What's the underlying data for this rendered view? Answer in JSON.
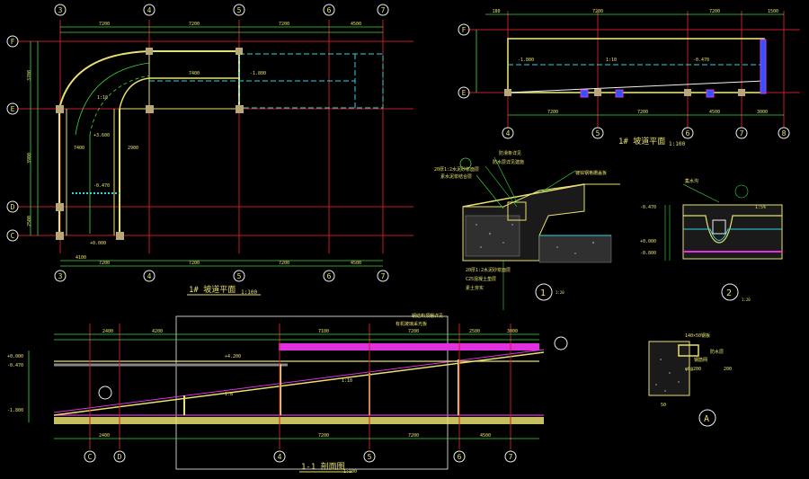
{
  "colors": {
    "background": "#000000",
    "axis_red": "#c0202a",
    "wall_yellow": "#e8e070",
    "dim_green": "#3cdc3c",
    "cyan": "#30d8e0",
    "magenta": "#e030e0",
    "white": "#f0f0f0",
    "blue": "#2b56ff"
  },
  "plan_main": {
    "grid_cols": [
      "3",
      "4",
      "5",
      "6",
      "7"
    ],
    "grid_rows": [
      "F",
      "E",
      "D",
      "C"
    ],
    "top_dims": [
      "7200",
      "7200",
      "7200",
      "4500"
    ],
    "bottom_dims": [
      "4100",
      "7200",
      "7200",
      "7200",
      "4500"
    ],
    "left_dims": [
      "3700",
      "3900",
      "2500"
    ],
    "level_a": "-1.800",
    "level_b": "-0.470",
    "level_c": "+3.600",
    "level_d": "+0.000",
    "slope_a": "1:10",
    "dim_a": "7400",
    "dim_b": "2900",
    "title": "1# 坡道平面",
    "scale": "1:100"
  },
  "plan_right": {
    "grid_cols": [
      "4",
      "5",
      "6",
      "7",
      "8"
    ],
    "grid_rows": [
      "F",
      "E"
    ],
    "top_dims": [
      "180",
      "7200",
      "7200",
      "1500"
    ],
    "bottom_dims": [
      "7200",
      "7200",
      "4500",
      "3000"
    ],
    "level_a": "-1.800",
    "level_b": "-0.470",
    "slope": "1:10",
    "title": "1# 坡道平面",
    "scale": "1:100"
  },
  "detail1": {
    "label": "1",
    "scale": "1:20",
    "notes": [
      "20厚1:2水泥砂浆面层",
      "素水泥浆结合层",
      "防滑条详见",
      "C25混凝土垫层",
      "素土夯实"
    ],
    "callout": "镀锌钢格栅盖板",
    "callout2": "防水层详见建施"
  },
  "detail2": {
    "label": "2",
    "scale": "1:20",
    "notes": [
      "集水沟",
      "-0.470",
      "+0.000",
      "-0.800"
    ],
    "slope": "1:5%"
  },
  "detailA": {
    "label": "A",
    "note1": "140×50钢板",
    "note2": "防水层",
    "note3": "钢筋网",
    "note4": "φ8@200",
    "note5": "200",
    "dim": "50"
  },
  "section": {
    "title": "1-1 剖面图",
    "scale": "1:100",
    "grid": [
      "C",
      "D",
      "4",
      "5",
      "6",
      "7"
    ],
    "top_dims": [
      "2400",
      "4200",
      "7100",
      "7200",
      "2500",
      "3000"
    ],
    "bottom_dims": [
      "2400",
      "7200",
      "7200",
      "4500"
    ],
    "level_a": "+0.000",
    "level_b": "-0.470",
    "level_c": "-1.800",
    "level_d": "+4.200",
    "slope_a": "1:8",
    "slope_b": "1:10",
    "note": "钢结构顶棚详见",
    "note2": "有机玻璃采光板"
  }
}
